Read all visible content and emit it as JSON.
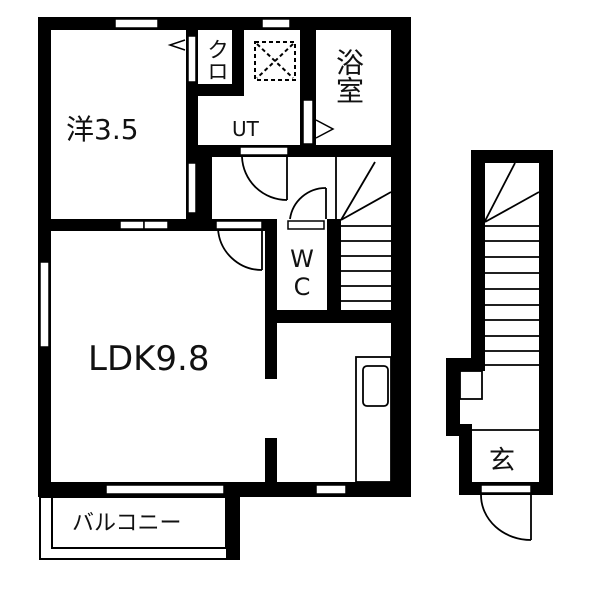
{
  "floorplan": {
    "colors": {
      "wall": "#000000",
      "background": "#ffffff",
      "line": "#111111"
    },
    "rooms": {
      "western_room": {
        "label": "洋3.5"
      },
      "closet": {
        "label": "クロ"
      },
      "utility": {
        "label": "UT"
      },
      "bathroom": {
        "label": "浴室"
      },
      "toilet": {
        "label": "WC"
      },
      "ldk": {
        "label": "LDK9.8"
      },
      "balcony": {
        "label": "バルコニー"
      },
      "entrance": {
        "label": "玄"
      }
    },
    "icons": {
      "washer": "washing-machine-space-icon",
      "sink": "kitchen-sink-icon",
      "stairs": "staircase-icon",
      "door": "door-swing-icon"
    }
  }
}
